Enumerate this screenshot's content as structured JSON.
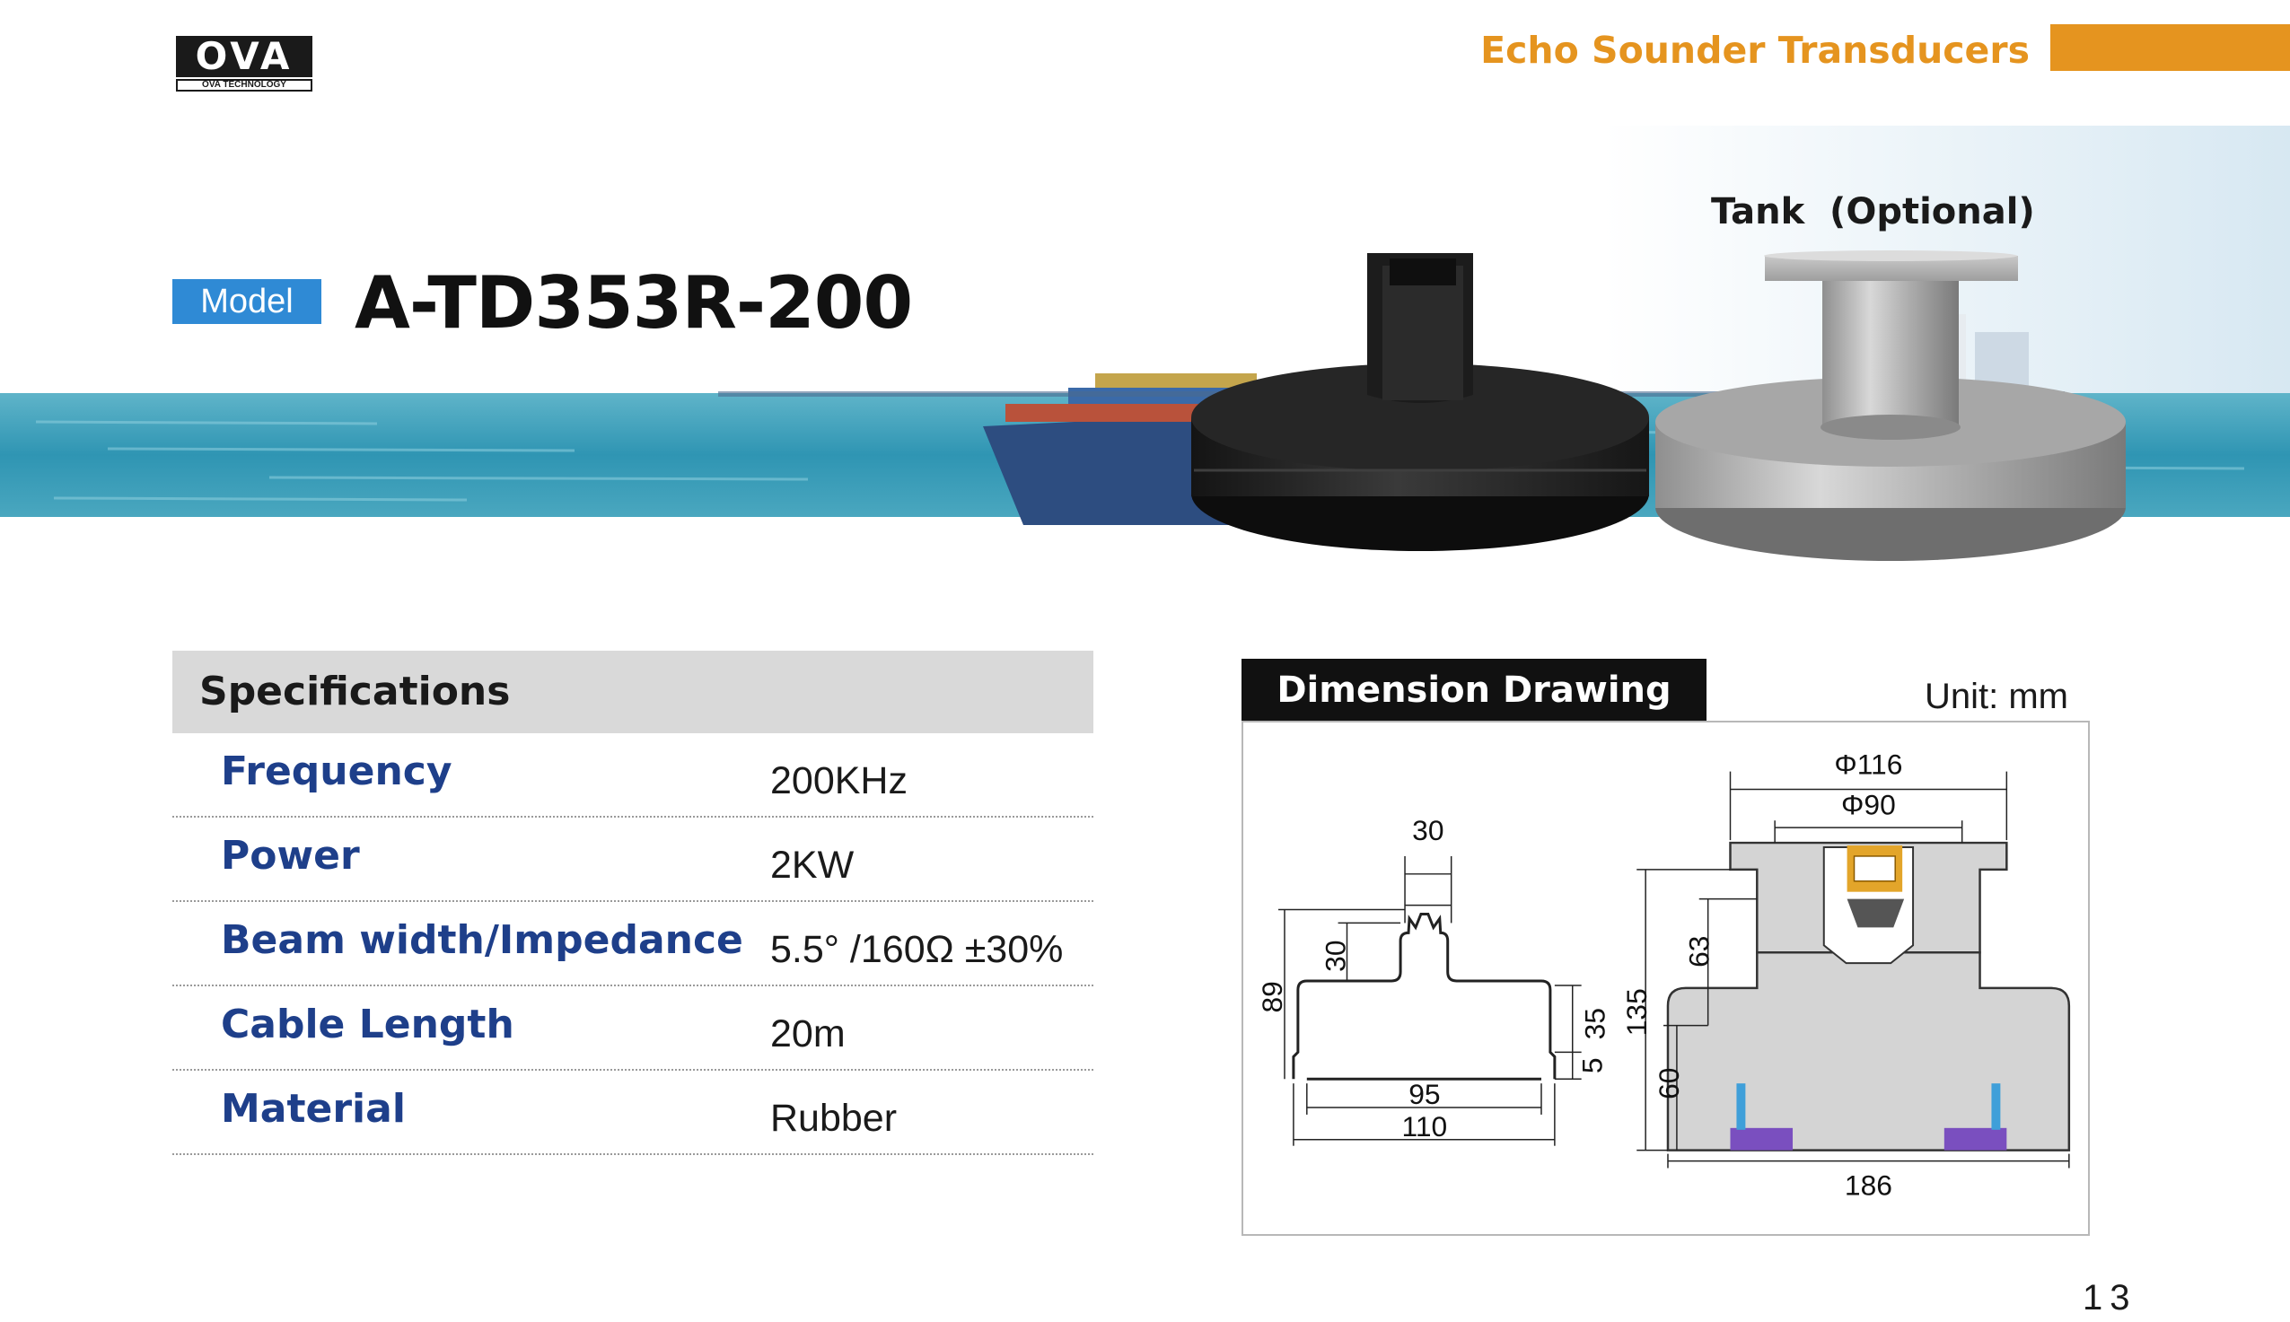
{
  "header": {
    "logo_text": "OVA",
    "logo_subtext": "OVA TECHNOLOGY",
    "series_title": "Echo Sounder Transducers",
    "accent_color": "#e5941f"
  },
  "model": {
    "tag_label": "Model",
    "name": "A-TD353R-200",
    "tag_color": "#2f8ad5"
  },
  "tank_label": "Tank  (Optional)",
  "specifications": {
    "title": "Specifications",
    "rows": [
      {
        "key": "Frequency",
        "value": "200KHz"
      },
      {
        "key": "Power",
        "value": "2KW"
      },
      {
        "key": "Beam width/Impedance",
        "value": "5.5° /160Ω  ±30%"
      },
      {
        "key": "Cable Length",
        "value": "20m"
      },
      {
        "key": "Material",
        "value": "Rubber"
      }
    ],
    "key_color": "#1e3f8a"
  },
  "dimension": {
    "title": "Dimension Drawing",
    "unit": "Unit: mm",
    "transducer": {
      "w30": "30",
      "h30": "30",
      "h89": "89",
      "h35": "35",
      "h5": "5",
      "w95": "95",
      "w110": "110"
    },
    "tank": {
      "d116": "Φ116",
      "d90": "Φ90",
      "h135": "135",
      "h63": "63",
      "h60": "60",
      "w186": "186"
    }
  },
  "page_number": "13"
}
